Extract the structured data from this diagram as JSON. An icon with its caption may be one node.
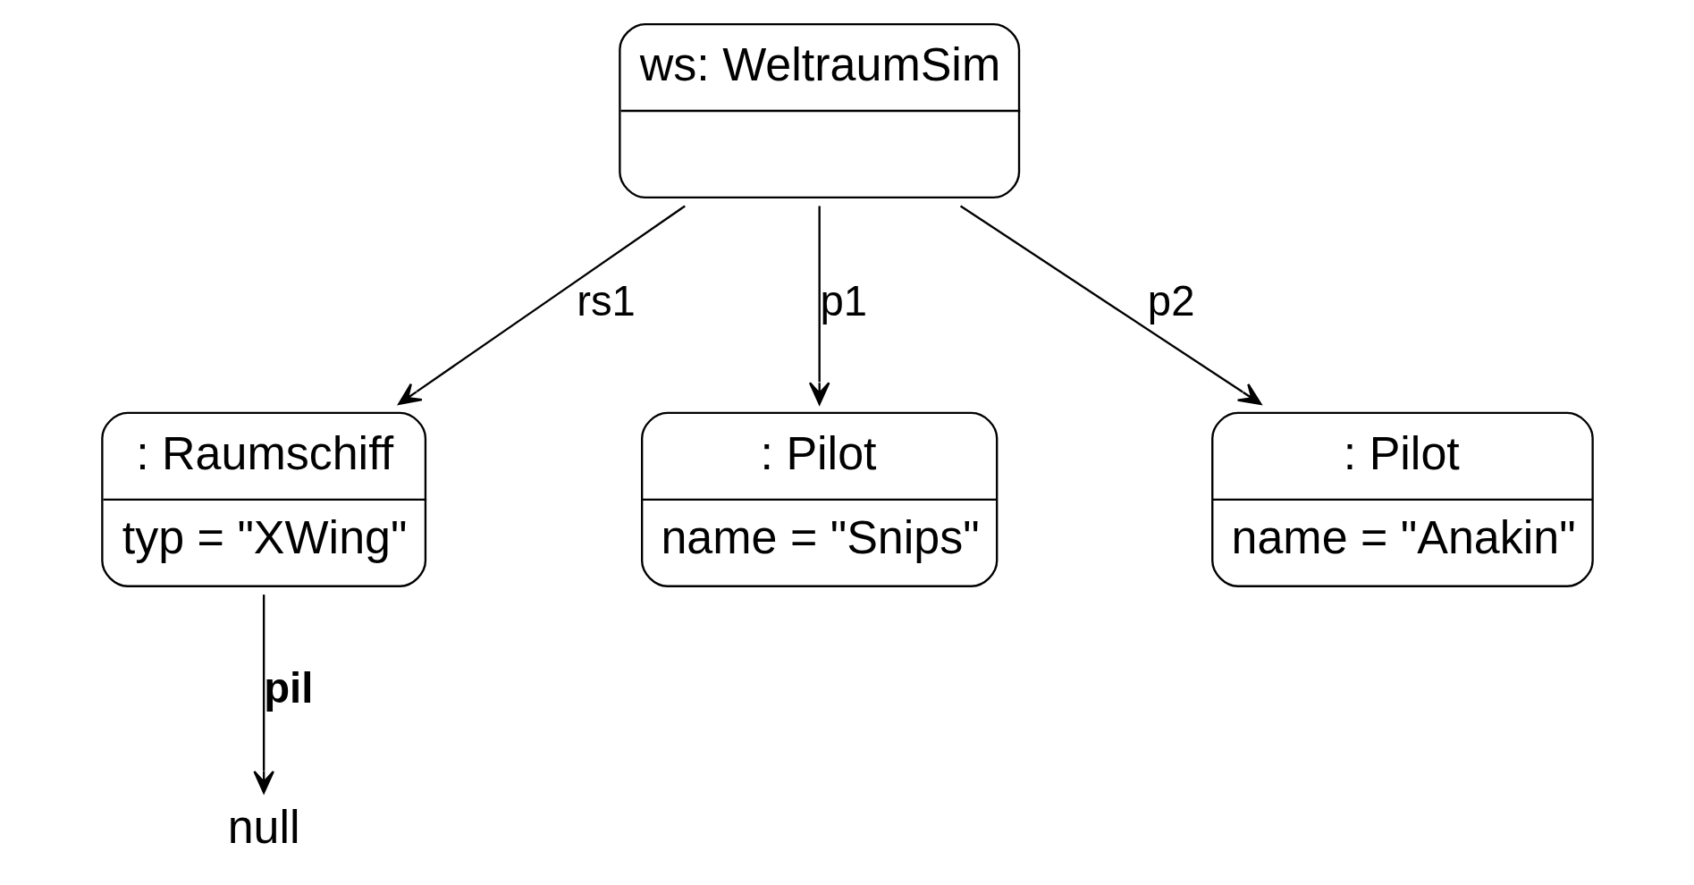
{
  "diagram": {
    "nodes": [
      {
        "text": [
          "ws: WeltraumSim"
        ]
      },
      {
        "text": [
          ": Raumschiff",
          "typ = \"XWing\""
        ]
      },
      {
        "text": [
          ": Pilot",
          "name = \"Snips\""
        ]
      },
      {
        "text": [
          ": Pilot",
          "name = \"Anakin\""
        ]
      },
      {
        "text": [
          "null"
        ]
      }
    ],
    "edges": [
      {
        "from": 0,
        "to": 1,
        "arrow": "to",
        "label": "rs1"
      },
      {
        "from": 0,
        "to": 2,
        "arrow": "to",
        "label": "p1"
      },
      {
        "from": 0,
        "to": 3,
        "arrow": "to",
        "label": "p2"
      },
      {
        "from": 1,
        "to": 4,
        "arrow": "to",
        "label": "pil"
      }
    ]
  }
}
